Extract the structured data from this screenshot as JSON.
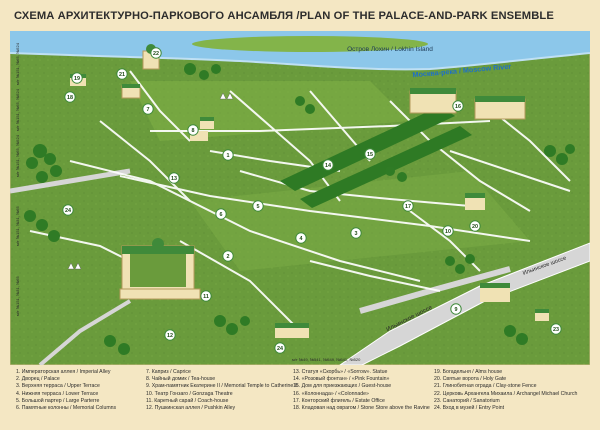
{
  "title": "СХЕМА АРХИТЕКТУРНО-ПАРКОВОГО АНСАМБЛЯ /PLAN OF THE PALACE-AND-PARK ENSEMBLE",
  "map": {
    "island_label": "Остров Лохин / Lokhin Island",
    "river_label": "Москва-река / Moscow River",
    "road1_label": "Ильинское шоссе",
    "road2_label": "Ильинское шоссе",
    "bus_labels": [
      "м/т №151, №65, №524",
      "м/т №151, №65, №524",
      "м/т №151, №65, №524",
      "м/т №151, №31, №65",
      "м/т №151, №31, №65",
      "м/т №49, №541, №549, №541, №520"
    ],
    "colors": {
      "river": "#1f70c6",
      "water": "#8cc7ea",
      "road": "#d2d2d2",
      "grass": "#6a9b3c",
      "grass_light": "#8cbc4a",
      "building_roof": "#3f8a3a",
      "building_wall": "#f0e2b4",
      "marker": "#ffffff"
    }
  },
  "legend": {
    "col1": [
      "1. Императорская аллея / Imperial Alley",
      "2. Дворец / Palace",
      "3. Верхняя терраса / Upper Terrace",
      "4. Нижняя терраса / Lower Terrace",
      "5. Большой партер / Large Parterre",
      "6. Памятные колонны / Memorial Columns"
    ],
    "col2": [
      "7. Каприз / Caprice",
      "8. Чайный домик / Tea-house",
      "9. Храм-памятник Екатерине II / Memorial Temple to Catherine II",
      "10. Театр Гонзаго / Gonzaga Theatre",
      "11. Каретный сарай / Coach-house",
      "12. Пушкинская аллея / Pushkin Alley"
    ],
    "col3": [
      "13. Статуя «Скорбь» / «Sorrow». Statue",
      "14. «Розовый фонтан» / «Pink Fountain»",
      "15. Дом для приезжающих / Guest-house",
      "16. «Колоннада» / «Colonnade»",
      "17. Конторский флигель / Estate Office",
      "18. Кладовая над оврагом / Stone Store above the Ravine"
    ],
    "col4": [
      "19. Богадельня / Alms house",
      "20. Святые ворота / Holy Gate",
      "21. Глинобитная ограда / Clay-stone Fence",
      "22. Церковь Архангела Михаила / Archangel Michael Church",
      "23. Санаторий / Sanatorium",
      "24. Вход в музей / Entry Point"
    ]
  }
}
